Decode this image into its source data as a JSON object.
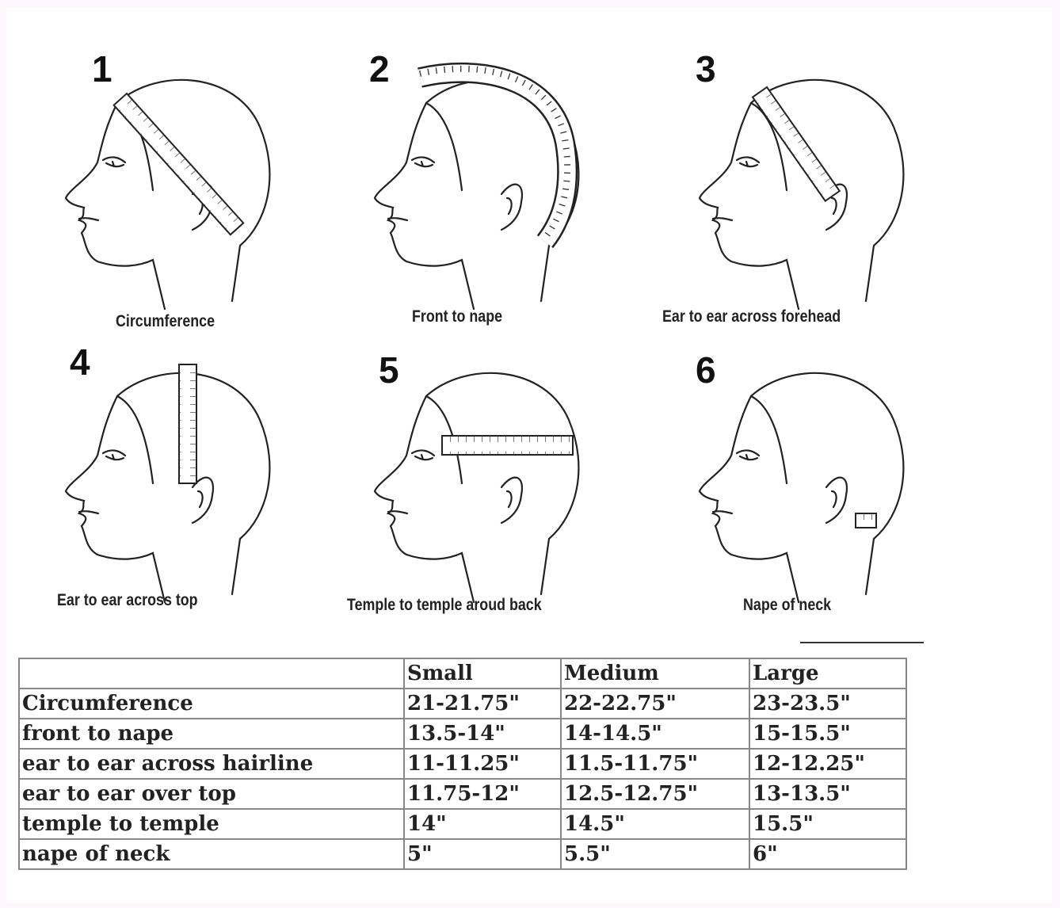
{
  "panels": [
    {
      "number": "1",
      "caption": "Circumference"
    },
    {
      "number": "2",
      "caption": "Front to nape"
    },
    {
      "number": "3",
      "caption": "Ear to ear across forehead"
    },
    {
      "number": "4",
      "caption": "Ear to ear across top"
    },
    {
      "number": "5",
      "caption": "Temple to temple aroud back"
    },
    {
      "number": "6",
      "caption": "Nape of neck"
    }
  ],
  "table": {
    "headers": [
      "",
      "Small",
      "Medium",
      "Large"
    ],
    "rows": [
      [
        "Circumference",
        "21-21.75\"",
        "22-22.75\"",
        "23-23.5\""
      ],
      [
        "front to nape",
        "13.5-14\"",
        "14-14.5\"",
        "15-15.5\""
      ],
      [
        "ear to ear across hairline",
        "11-11.25\"",
        "11.5-11.75\"",
        "12-12.25\""
      ],
      [
        "ear to ear over top",
        "11.75-12\"",
        "12.5-12.75\"",
        "13-13.5\""
      ],
      [
        "temple to temple",
        "14\"",
        "14.5\"",
        "15.5\""
      ],
      [
        "nape of neck",
        "5\"",
        "5.5\"",
        "6\""
      ]
    ]
  }
}
